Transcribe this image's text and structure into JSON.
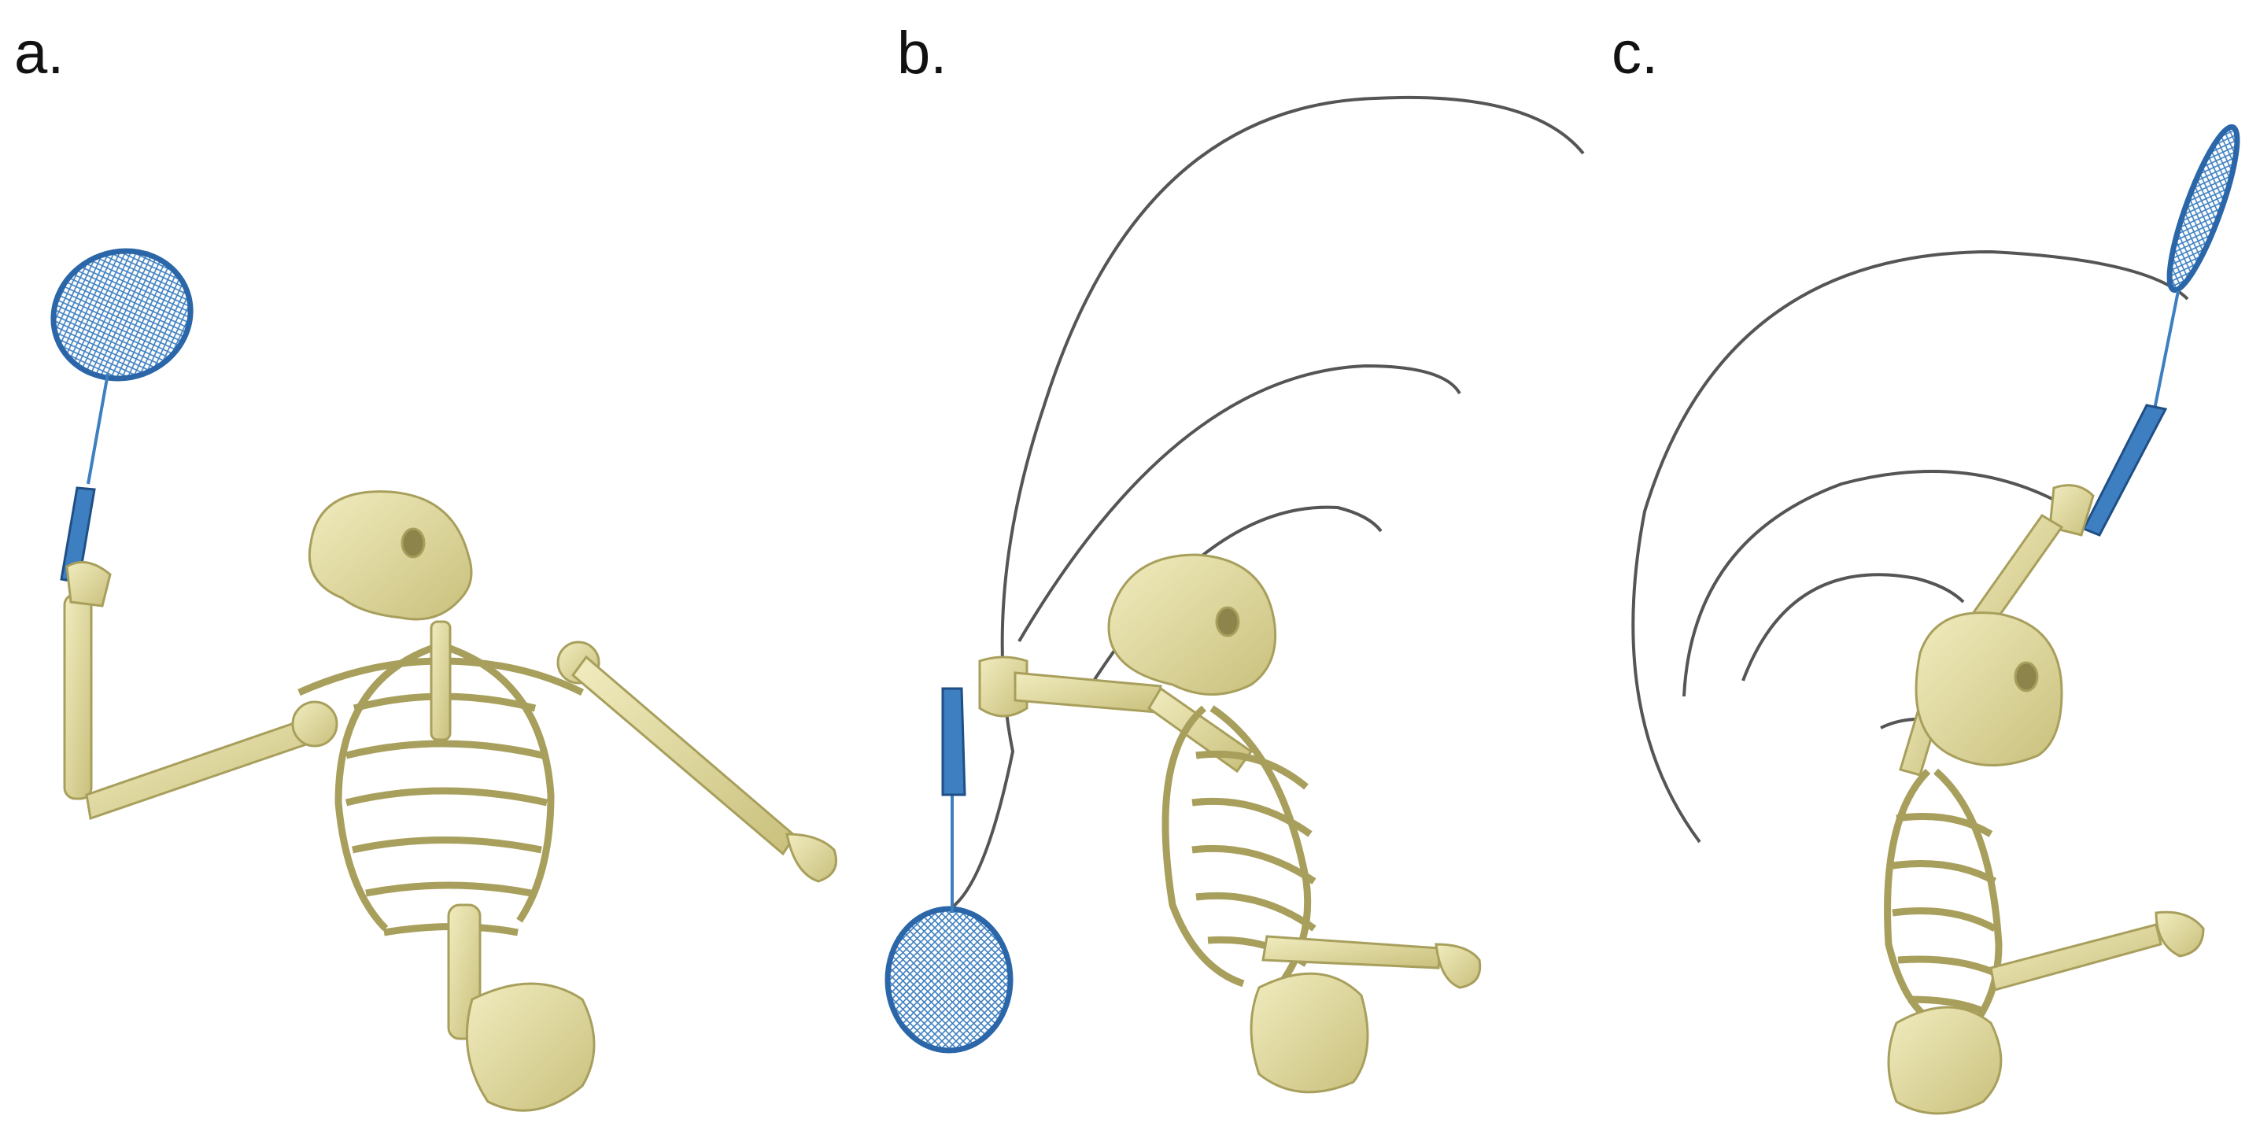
{
  "panels": [
    {
      "label": "a."
    },
    {
      "label": "b."
    },
    {
      "label": "c."
    }
  ],
  "colors": {
    "bone": "#e6e0a6",
    "bone_shade": "#a89f5c",
    "racket": "#3d7fc0",
    "racket_dark": "#1f4f85",
    "trajectory": "#555555"
  }
}
